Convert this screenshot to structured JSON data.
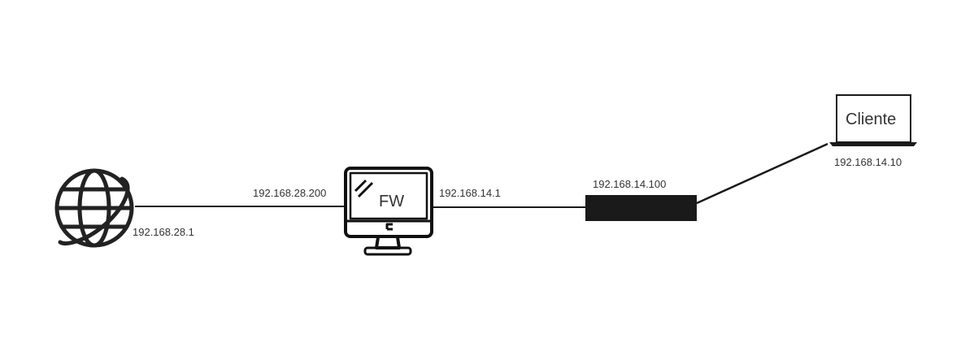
{
  "nodes": {
    "internet": {
      "icon": "globe-icon",
      "ip": "192.168.28.1"
    },
    "firewall": {
      "icon": "monitor-icon",
      "label": "FW",
      "ip_wan": "192.168.28.200",
      "ip_lan": "192.168.14.1"
    },
    "switch": {
      "icon": "switch-bar",
      "ip": "192.168.14.100"
    },
    "client": {
      "icon": "laptop-icon",
      "label": "Cliente",
      "ip": "192.168.14.10"
    }
  },
  "colors": {
    "stroke": "#1a1a1a",
    "text": "#333333",
    "background": "#ffffff"
  }
}
